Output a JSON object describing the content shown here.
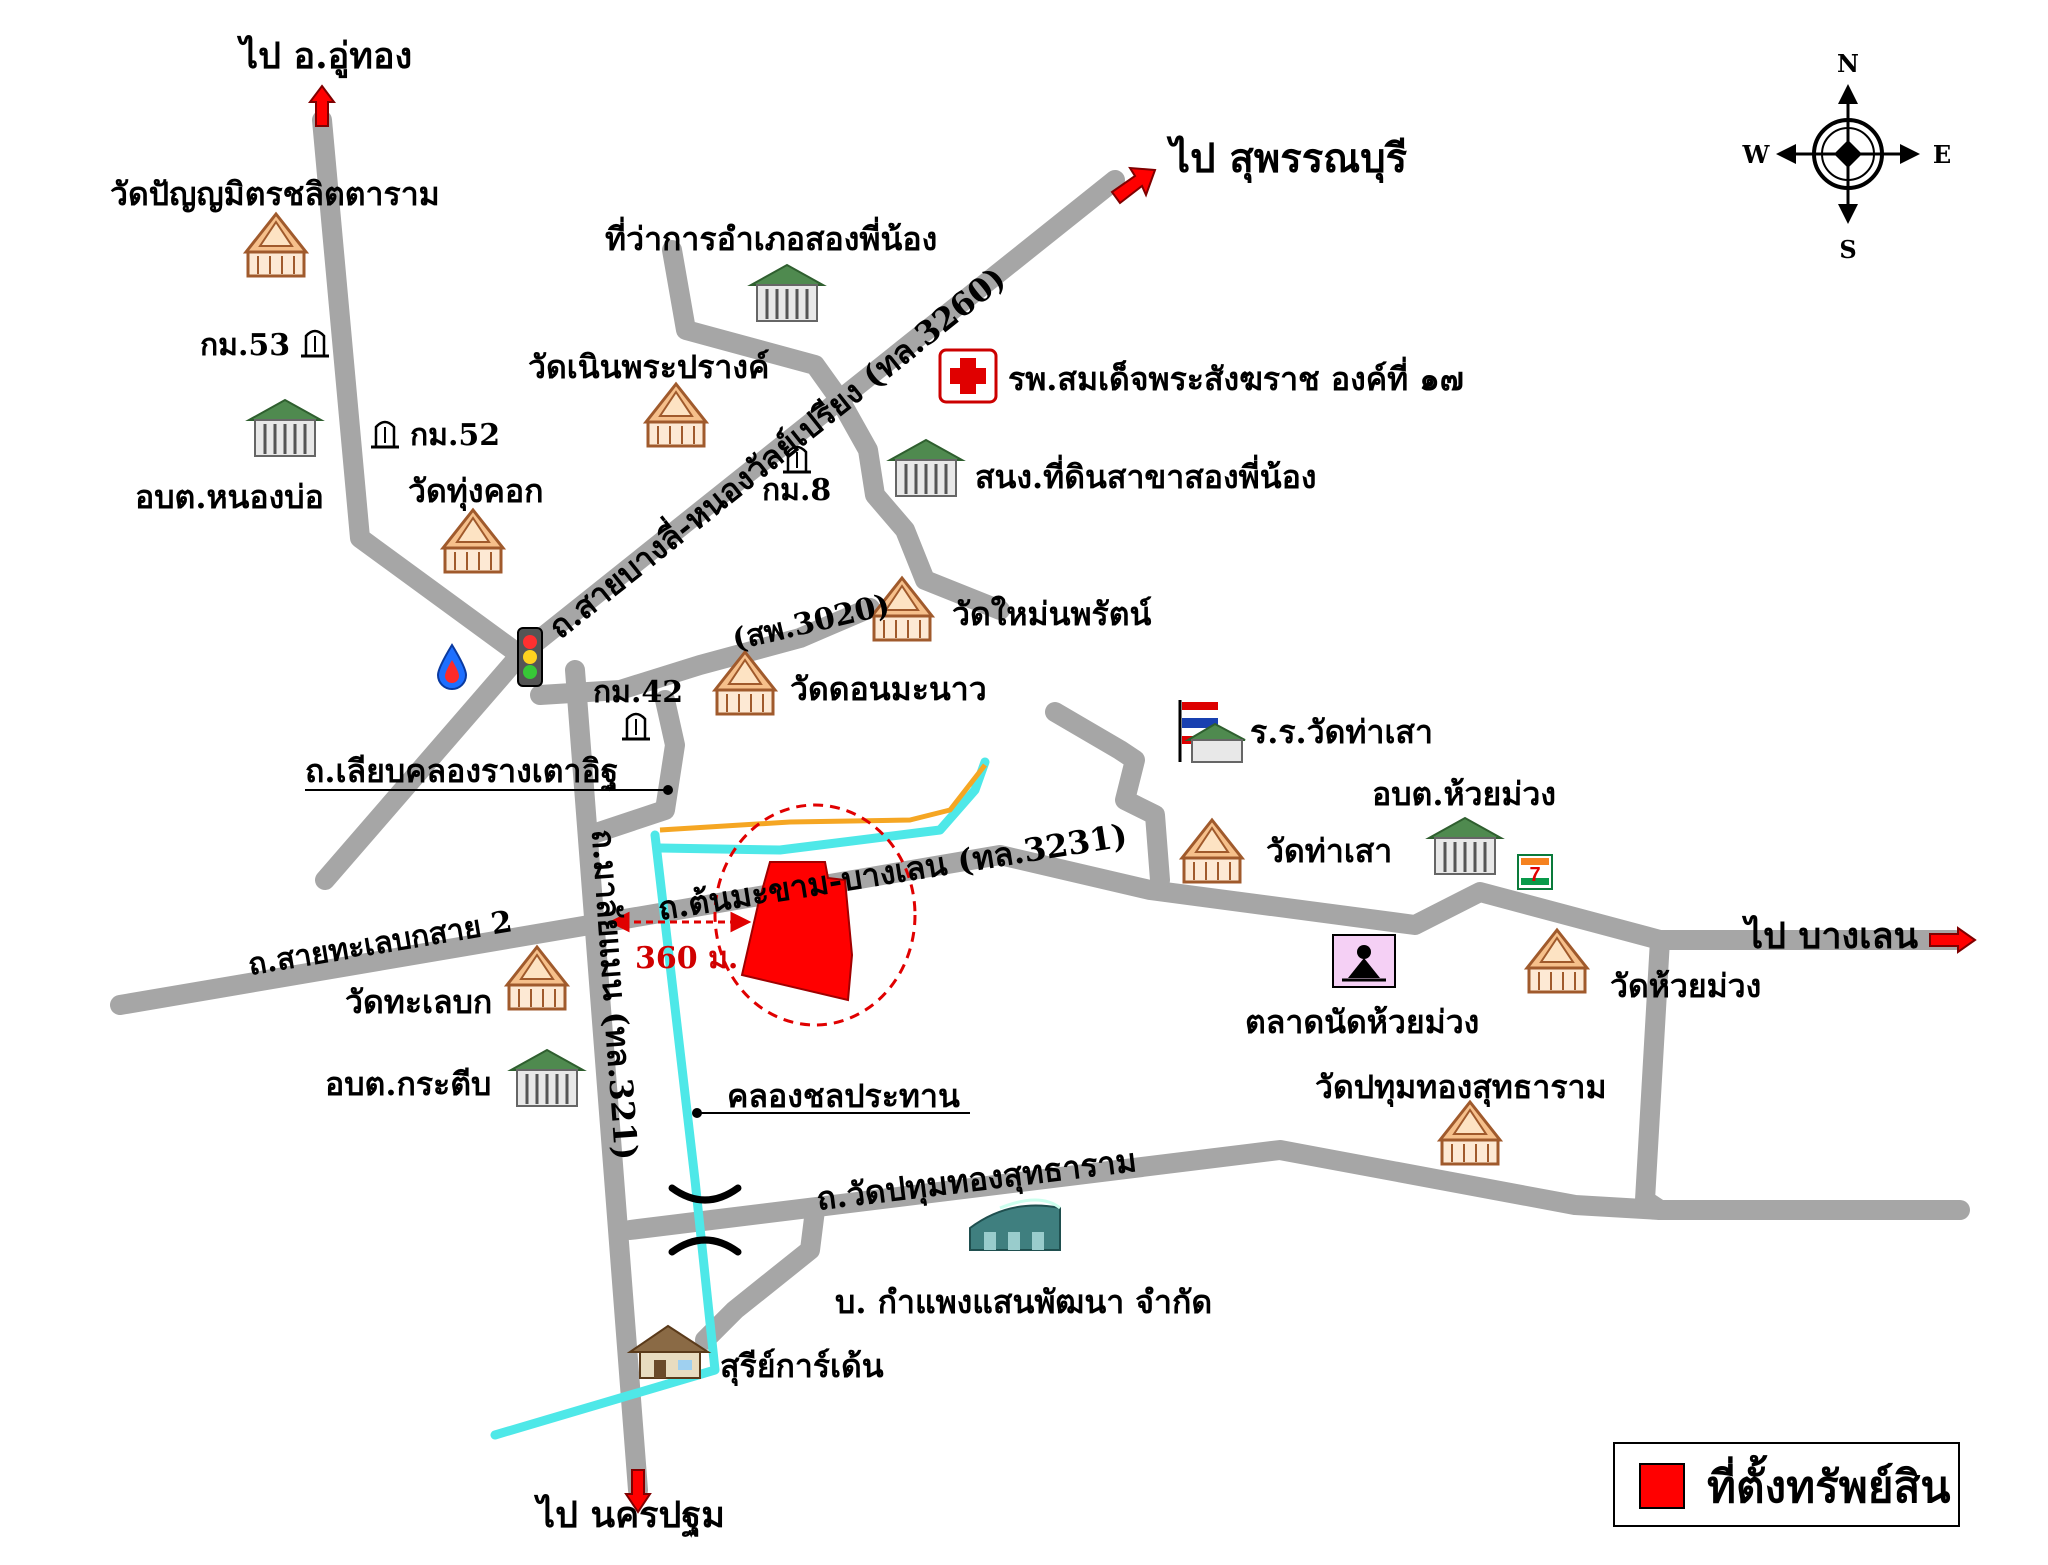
{
  "directions": {
    "to_u_thong": "ไป อ.อู่ทอง",
    "to_suphanburi": "ไป สุพรรณบุรี",
    "to_bang_len": "ไป บางเลน",
    "to_nakhon_pathom": "ไป นครปฐม"
  },
  "compass": {
    "n": "N",
    "s": "S",
    "e": "E",
    "w": "W"
  },
  "roads": {
    "sai_bang_li": "ถ.สายบางลี่-หนองวัลย์เปรียง (ทล.3260)",
    "sp_3020": "(สพ.3020)",
    "liab_khlong": "ถ.เลียบคลองรางเตาอิฐ",
    "malai_maen": "ถ.มาลัยแมน (ทล.321)",
    "sai_thale_bok": "ถ.สายทะเลบกสาย 2",
    "don_makham": "ถ.ต้นมะขาม-บางเลน (ทล.3231)",
    "wat_pathum": "ถ.วัดปทุมทองสุทธาราม",
    "canal": "คลองชลประทาน"
  },
  "distance": "360 ม.",
  "km_markers": {
    "km53": "กม.53",
    "km52": "กม.52",
    "km8": "กม.8",
    "km42": "กม.42"
  },
  "places": {
    "wat_panya": "วัดปัญญมิตรชลิตตาราม",
    "obt_nong_bo": "อบต.หนองบ่อ",
    "wat_thung_khok": "วัดทุ่งคอก",
    "amphoe_office": "ที่ว่าการอำเภอสองพี่น้อง",
    "wat_noen": "วัดเนินพระปรางค์",
    "hospital": "รพ.สมเด็จพระสังฆราช องค์ที่ ๑๗",
    "land_office": "สนง.ที่ดินสาขาสองพี่น้อง",
    "wat_mai_nopparat": "วัดใหม่นพรัตน์",
    "wat_don_manao": "วัดดอนมะนาว",
    "school": "ร.ร.วัดท่าเสา",
    "obt_huai_muang": "อบต.ห้วยม่วง",
    "wat_tha_sao": "วัดท่าเสา",
    "wat_thale_bok": "วัดทะเลบก",
    "obt_kradueb": "อบต.กระตีบ",
    "market": "ตลาดนัดห้วยม่วง",
    "wat_huai_muang": "วัดห้วยม่วง",
    "wat_pathum": "วัดปทุมทองสุทธาราม",
    "company": "บ. กำแพงแสนพัฒนา จำกัด",
    "suree_garden": "สุรีย์การ์เด้น"
  },
  "legend": {
    "label": "ที่ตั้งทรัพย์สิน",
    "color": "#ff0000"
  },
  "colors": {
    "road": "#a6a6a6",
    "canal": "#4ee8e8",
    "property": "#ff0000",
    "arrow": "#ff0000",
    "radius_circle": "#e00000"
  }
}
